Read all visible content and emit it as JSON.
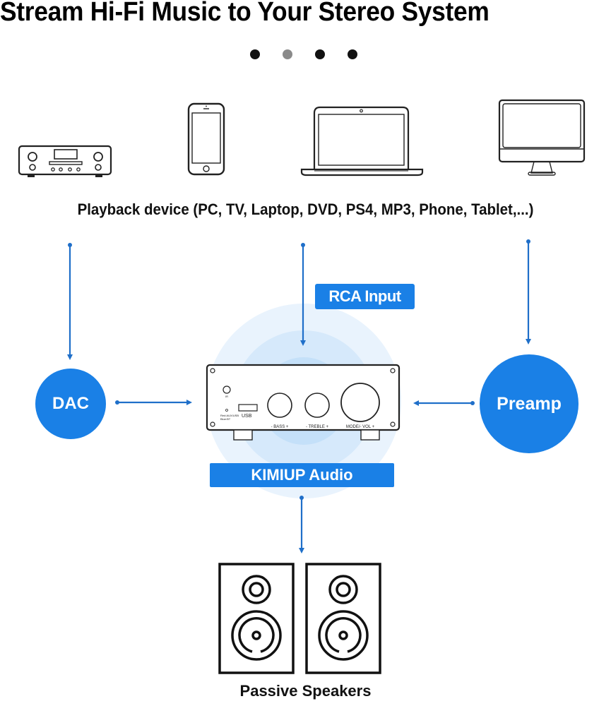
{
  "title": "Stream Hi-Fi Music to Your Stereo System",
  "carousel": {
    "dots": [
      {
        "state": "inactive",
        "color": "#111111"
      },
      {
        "state": "active",
        "color": "#8a8a8a"
      },
      {
        "state": "inactive",
        "color": "#111111"
      },
      {
        "state": "inactive",
        "color": "#111111"
      }
    ]
  },
  "devices": [
    {
      "name": "stereo-receiver-icon"
    },
    {
      "name": "phone-icon"
    },
    {
      "name": "laptop-icon"
    },
    {
      "name": "monitor-icon"
    }
  ],
  "playback_label": "Playback device (PC, TV, Laptop, DVD, PS4, MP3, Phone, Tablet,...)",
  "nodes": {
    "dac": "DAC",
    "preamp": "Preamp",
    "rca_input": "RCA Input",
    "brand": "KIMIUP Audio"
  },
  "amplifier": {
    "ir_label": "IR",
    "led_label_1": "Red:AUX/USB",
    "led_label_2": "Blue:BT",
    "usb_label": "USB",
    "knobs": [
      "- BASS +",
      "- TREBLE +",
      "MODE/- VOL +"
    ]
  },
  "speakers_label": "Passive Speakers",
  "colors": {
    "accent": "#1a80e6",
    "arrow": "#1f6fc9",
    "halo_outer": "#e6f1fd",
    "halo_mid": "#d4e8fb",
    "halo_inner": "#c2dff9",
    "text": "#111111"
  }
}
